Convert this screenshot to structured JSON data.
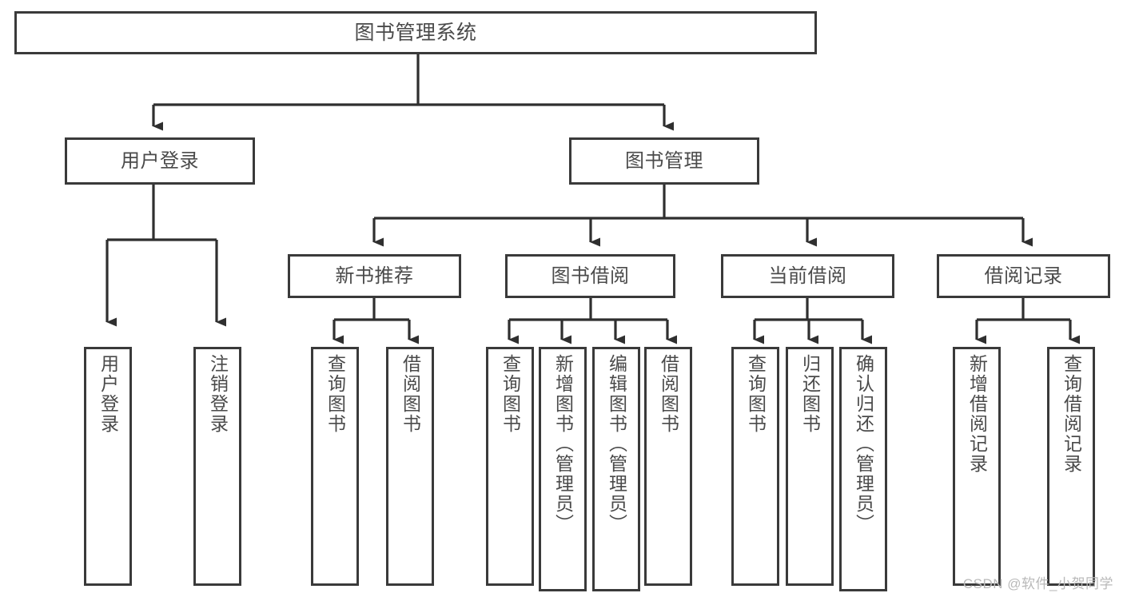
{
  "diagram": {
    "title_node": {
      "label": "图书管理系统"
    },
    "level2": [
      {
        "id": "user-login",
        "label": "用户登录"
      },
      {
        "id": "book-manage",
        "label": "图书管理"
      }
    ],
    "level3": [
      {
        "id": "new-book-recommend",
        "label": "新书推荐"
      },
      {
        "id": "book-borrow",
        "label": "图书借阅"
      },
      {
        "id": "current-borrow",
        "label": "当前借阅"
      },
      {
        "id": "borrow-record",
        "label": "借阅记录"
      }
    ],
    "leaves": {
      "user_login": [
        {
          "id": "leaf-user-login",
          "label": "用户登录"
        },
        {
          "id": "leaf-user-logout",
          "label": "注销登录"
        }
      ],
      "new_book_recommend": [
        {
          "id": "leaf-query-book-1",
          "label": "查询图书"
        },
        {
          "id": "leaf-borrow-book-1",
          "label": "借阅图书"
        }
      ],
      "book_borrow": [
        {
          "id": "leaf-query-book-2",
          "label": "查询图书"
        },
        {
          "id": "leaf-add-book",
          "label": "新增图书（管理员）"
        },
        {
          "id": "leaf-edit-book",
          "label": "编辑图书（管理员）"
        },
        {
          "id": "leaf-borrow-book-2",
          "label": "借阅图书"
        }
      ],
      "current_borrow": [
        {
          "id": "leaf-query-book-3",
          "label": "查询图书"
        },
        {
          "id": "leaf-return-book",
          "label": "归还图书"
        },
        {
          "id": "leaf-confirm-return",
          "label": "确认归还（管理员）"
        }
      ],
      "borrow_record": [
        {
          "id": "leaf-add-record",
          "label": "新增借阅记录"
        },
        {
          "id": "leaf-query-record",
          "label": "查询借阅记录"
        }
      ]
    }
  },
  "watermark": {
    "text": "CSDN @软件_小贺同学"
  },
  "colors": {
    "stroke": "#3a3a3a",
    "text": "#4a4a4a",
    "background": "#ffffff",
    "watermark": "#b9b9b9"
  }
}
